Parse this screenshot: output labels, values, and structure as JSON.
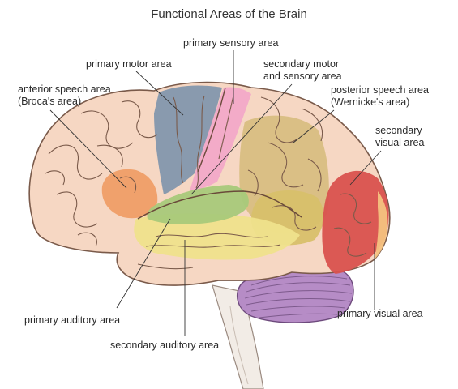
{
  "title": "Functional Areas of the Brain",
  "labels": {
    "primary_sensory": "primary sensory area",
    "primary_motor": "primary motor area",
    "secondary_motor_sensory": "secondary motor\nand sensory area",
    "brocas": "anterior speech area\n(Broca's area)",
    "wernickes": "posterior speech area\n(Wernicke's area)",
    "secondary_visual": "secondary\nvisual area",
    "primary_auditory": "primary auditory area",
    "primary_visual": "primary visual area",
    "secondary_auditory": "secondary auditory area"
  },
  "colors": {
    "brain_base": "#f6d7c3",
    "brain_outline": "#7a5a4a",
    "primary_motor": "#8397ad",
    "primary_sensory": "#f2a9c8",
    "secondary_motor_sensory": "#d7bd7e",
    "brocas": "#ef9e67",
    "wernickes": "#d8c06a",
    "primary_auditory": "#a8c97a",
    "secondary_auditory": "#efe28c",
    "secondary_visual": "#d9524e",
    "primary_visual": "#f4c27f",
    "cerebellum": "#b68cc6",
    "brainstem": "#f2ece6",
    "leader": "#333333"
  }
}
